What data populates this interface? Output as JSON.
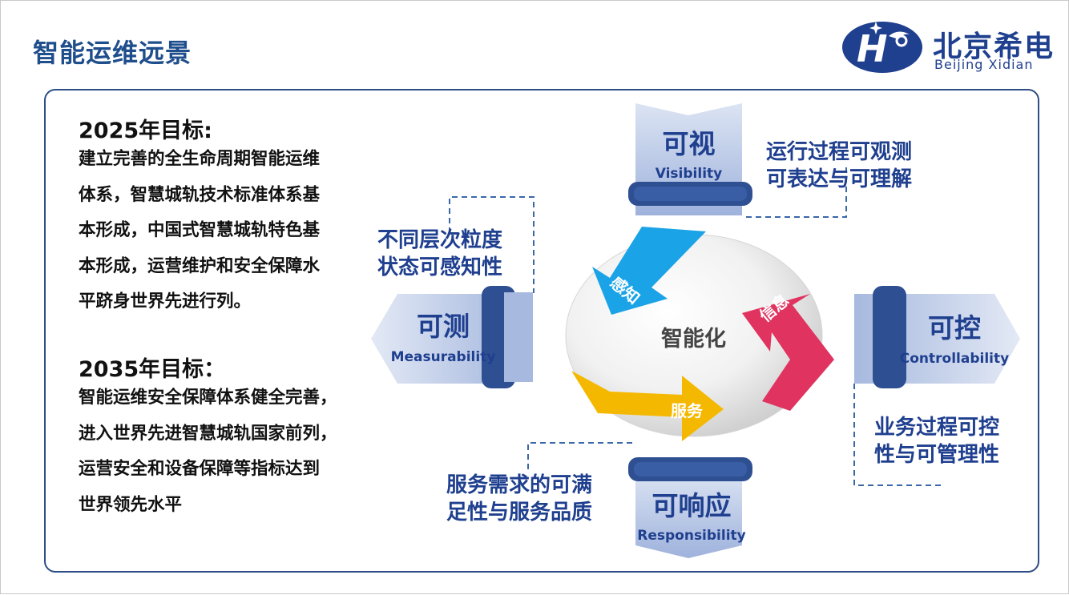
{
  "page": {
    "title": "智能运维远景"
  },
  "logo": {
    "cn": "北京希电",
    "en": "Beijing Xidian",
    "brand_color": "#1f3f8f"
  },
  "goals": {
    "g2025": {
      "heading": "2025年目标:",
      "lines": [
        "建立完善的全生命周期智能运维",
        "体系，智慧城轨技术标准体系基",
        "本形成，中国式智慧城轨特色基",
        "本形成，运营维护和安全保障水",
        "平跻身世界先进行列。"
      ]
    },
    "g2035": {
      "heading": "2035年目标：",
      "lines": [
        "智能运维安全保障体系健全完善，",
        "进入世界先进智慧城轨国家前列，",
        "运营安全和设备保障等指标达到",
        "世界领先水平"
      ]
    }
  },
  "diagram": {
    "center": "智能化",
    "arrows": {
      "perceive": "感知",
      "info": "信息",
      "service": "服务"
    },
    "arrow_colors": {
      "perceive": "#1aa3e6",
      "info": "#e0335f",
      "service": "#f5b800"
    },
    "cards": {
      "visible": {
        "cn": "可视",
        "en": "Visibility"
      },
      "measure": {
        "cn": "可测",
        "en": "Measurability"
      },
      "control": {
        "cn": "可控",
        "en": "Controllability"
      },
      "respond": {
        "cn": "可响应",
        "en": "Responsibility"
      }
    },
    "descriptions": {
      "visible": [
        "运行过程可观测",
        "可表达与可理解"
      ],
      "measure": [
        "不同层次粒度",
        "状态可感知性"
      ],
      "control": [
        "业务过程可控",
        "性与可管理性"
      ],
      "respond": [
        "服务需求的可满",
        "足性与服务品质"
      ]
    }
  }
}
